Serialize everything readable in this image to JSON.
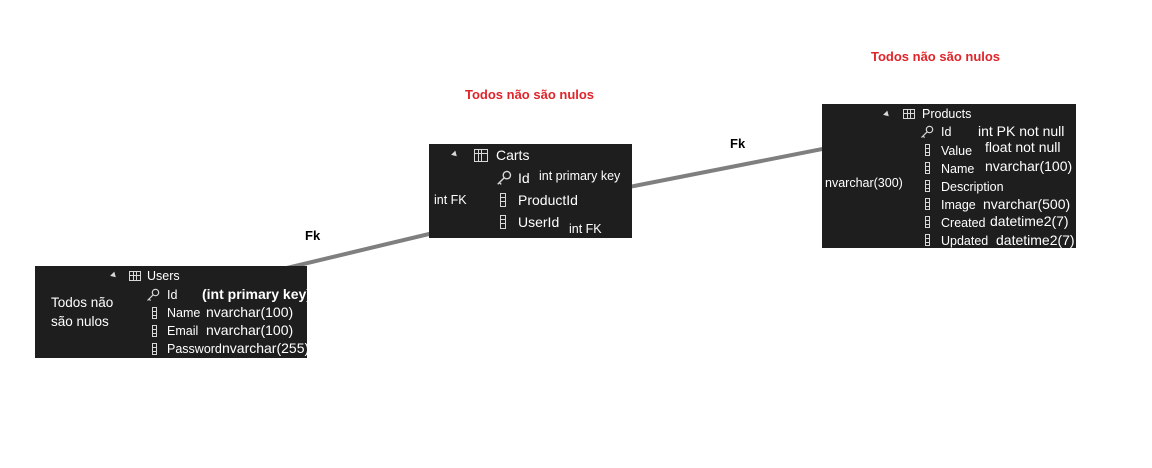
{
  "notes": {
    "carts_note": "Todos não são nulos",
    "products_note": "Todos não são nulos",
    "users_note_line1": "Todos não",
    "users_note_line2": "são nulos"
  },
  "relations": {
    "users_carts_label": "Fk",
    "carts_products_label": "Fk"
  },
  "users": {
    "title": "Users",
    "columns": [
      {
        "name": "Id",
        "type": "(int primary key)",
        "icon": "key-icon"
      },
      {
        "name": "Name",
        "type": "nvarchar(100)",
        "icon": "column-icon"
      },
      {
        "name": "Email",
        "type": "nvarchar(100)",
        "icon": "column-icon"
      },
      {
        "name": "Password",
        "type": "nvarchar(255)",
        "icon": "column-icon"
      }
    ]
  },
  "carts": {
    "title": "Carts",
    "side_note": "int FK",
    "columns": [
      {
        "name": "Id",
        "type": "int primary key",
        "icon": "key-icon"
      },
      {
        "name": "ProductId",
        "type": "",
        "icon": "column-icon"
      },
      {
        "name": "UserId",
        "type": "int FK",
        "icon": "column-icon"
      }
    ]
  },
  "products": {
    "title": "Products",
    "side_note": "nvarchar(300)",
    "columns": [
      {
        "name": "Id",
        "type": "int PK not null",
        "icon": "key-icon"
      },
      {
        "name": "Value",
        "type": "float not null",
        "icon": "column-icon"
      },
      {
        "name": "Name",
        "type": "nvarchar(100)",
        "icon": "column-icon"
      },
      {
        "name": "Description",
        "type": "",
        "icon": "column-icon"
      },
      {
        "name": "Image",
        "type": "nvarchar(500)",
        "icon": "column-icon"
      },
      {
        "name": "Created",
        "type": "datetime2(7)",
        "icon": "column-icon"
      },
      {
        "name": "Updated",
        "type": "datetime2(7)",
        "icon": "column-icon"
      }
    ]
  },
  "colors": {
    "panel_bg": "#1e1e1e",
    "note_red": "#e0242a",
    "link_gray": "#7f7f7f"
  }
}
